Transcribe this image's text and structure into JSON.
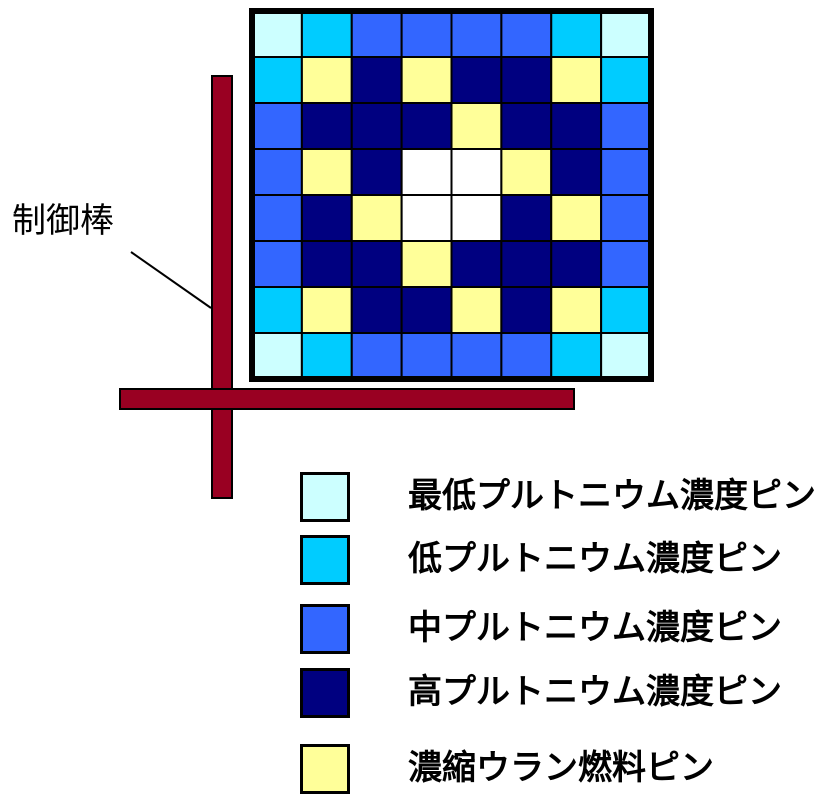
{
  "labels": {
    "control_rod": "制御棒"
  },
  "colors": {
    "lowest": "#ccffff",
    "low": "#00ccff",
    "medium": "#3366ff",
    "high": "#000080",
    "uranium": "#ffff99",
    "empty": "#ffffff",
    "rod": "#990022",
    "grid_line": "#000000"
  },
  "legend": [
    {
      "key": "lowest",
      "label": "最低プルトニウム濃度ピン"
    },
    {
      "key": "low",
      "label": "低プルトニウム濃度ピン"
    },
    {
      "key": "medium",
      "label": "中プルトニウム濃度ピン"
    },
    {
      "key": "high",
      "label": "高プルトニウム濃度ピン"
    },
    {
      "key": "uranium",
      "label": "濃縮ウラン燃料ピン"
    }
  ],
  "fuel_grid": [
    [
      "lowest",
      "low",
      "medium",
      "medium",
      "medium",
      "medium",
      "low",
      "lowest"
    ],
    [
      "low",
      "uranium",
      "high",
      "uranium",
      "high",
      "high",
      "uranium",
      "low"
    ],
    [
      "medium",
      "high",
      "high",
      "high",
      "uranium",
      "high",
      "high",
      "medium"
    ],
    [
      "medium",
      "uranium",
      "high",
      "empty",
      "empty",
      "uranium",
      "high",
      "medium"
    ],
    [
      "medium",
      "high",
      "uranium",
      "empty",
      "empty",
      "high",
      "uranium",
      "medium"
    ],
    [
      "medium",
      "high",
      "high",
      "uranium",
      "high",
      "high",
      "high",
      "medium"
    ],
    [
      "low",
      "uranium",
      "high",
      "high",
      "uranium",
      "high",
      "uranium",
      "low"
    ],
    [
      "lowest",
      "low",
      "medium",
      "medium",
      "medium",
      "medium",
      "low",
      "lowest"
    ]
  ]
}
